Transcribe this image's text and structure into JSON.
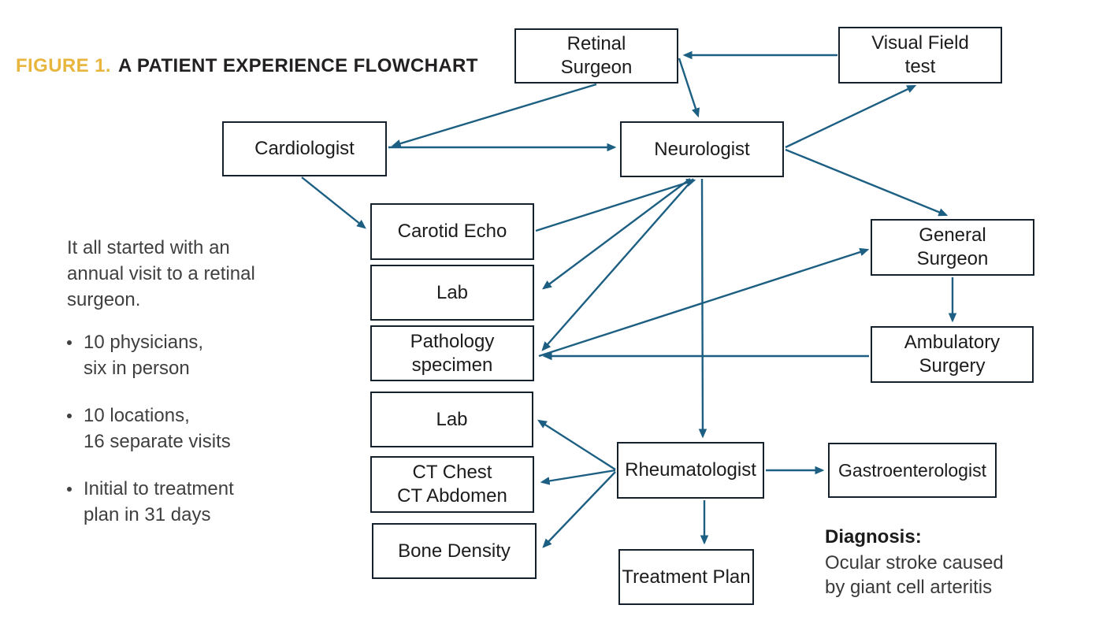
{
  "title": {
    "figure_label": "FIGURE 1.",
    "text": "A PATIENT EXPERIENCE FLOWCHART"
  },
  "narrative": {
    "intro": "It all started with an\nannual visit to a retinal\nsurgeon.",
    "bullets": [
      "10 physicians,\nsix in person",
      "10 locations,\n16 separate visits",
      "Initial to treatment\nplan in 31 days"
    ]
  },
  "nodes": [
    {
      "id": "retinal-surgeon",
      "label": "Retinal\nSurgeon"
    },
    {
      "id": "visual-field-test",
      "label": "Visual Field\ntest"
    },
    {
      "id": "cardiologist",
      "label": "Cardiologist"
    },
    {
      "id": "neurologist",
      "label": "Neurologist"
    },
    {
      "id": "carotid-echo",
      "label": "Carotid Echo"
    },
    {
      "id": "lab-1",
      "label": "Lab"
    },
    {
      "id": "pathology-specimen",
      "label": "Pathology\nspecimen"
    },
    {
      "id": "general-surgeon",
      "label": "General\nSurgeon"
    },
    {
      "id": "ambulatory-surgery",
      "label": "Ambulatory\nSurgery"
    },
    {
      "id": "lab-2",
      "label": "Lab"
    },
    {
      "id": "ct-chest-abdomen",
      "label": "CT Chest\nCT Abdomen"
    },
    {
      "id": "bone-density",
      "label": "Bone Density"
    },
    {
      "id": "rheumatologist",
      "label": "Rheumatologist"
    },
    {
      "id": "gastroenterologist",
      "label": "Gastroenterologist"
    },
    {
      "id": "treatment-plan",
      "label": "Treatment Plan"
    }
  ],
  "edges": [
    {
      "from": "visual-field-test",
      "to": "retinal-surgeon"
    },
    {
      "from": "retinal-surgeon",
      "to": "cardiologist"
    },
    {
      "from": "retinal-surgeon",
      "to": "neurologist"
    },
    {
      "from": "cardiologist",
      "to": "neurologist"
    },
    {
      "from": "cardiologist",
      "to": "carotid-echo"
    },
    {
      "from": "carotid-echo",
      "to": "neurologist"
    },
    {
      "from": "neurologist",
      "to": "lab-1"
    },
    {
      "from": "neurologist",
      "to": "pathology-specimen"
    },
    {
      "from": "neurologist",
      "to": "rheumatologist"
    },
    {
      "from": "neurologist",
      "to": "visual-field-test"
    },
    {
      "from": "neurologist",
      "to": "general-surgeon"
    },
    {
      "from": "pathology-specimen",
      "to": "general-surgeon"
    },
    {
      "from": "general-surgeon",
      "to": "ambulatory-surgery"
    },
    {
      "from": "ambulatory-surgery",
      "to": "pathology-specimen"
    },
    {
      "from": "rheumatologist",
      "to": "lab-2"
    },
    {
      "from": "rheumatologist",
      "to": "ct-chest-abdomen"
    },
    {
      "from": "rheumatologist",
      "to": "bone-density"
    },
    {
      "from": "rheumatologist",
      "to": "gastroenterologist"
    },
    {
      "from": "rheumatologist",
      "to": "treatment-plan"
    }
  ],
  "diagnosis": {
    "heading": "Diagnosis:",
    "text": "Ocular stroke caused\nby giant cell arteritis"
  },
  "colors": {
    "connector": "#1d5f82",
    "box_border": "#15212c",
    "figure_label_gold": "#e8b63e"
  }
}
